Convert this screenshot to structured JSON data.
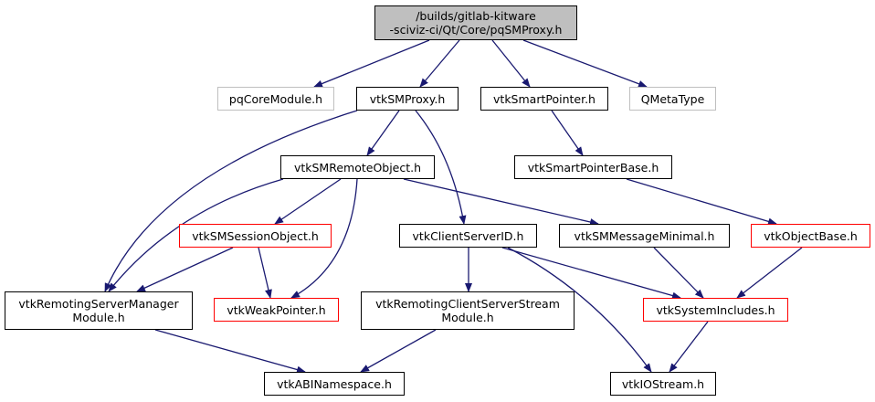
{
  "diagram": {
    "type": "include-dependency-graph",
    "colors": {
      "edge": "#191970",
      "root_fill": "#bfbfbf",
      "node_border": "#000000",
      "external_border": "#bfbfbf",
      "truncated_border": "#ff0000"
    },
    "nodes": [
      {
        "id": "root",
        "lines": [
          "/builds/gitlab-kitware",
          "-sciviz-ci/Qt/Core/pqSMProxy.h"
        ],
        "kind": "root"
      },
      {
        "id": "pqCoreModule",
        "lines": [
          "pqCoreModule.h"
        ],
        "kind": "external"
      },
      {
        "id": "vtkSMProxy",
        "lines": [
          "vtkSMProxy.h"
        ],
        "kind": "normal"
      },
      {
        "id": "vtkSmartPointer",
        "lines": [
          "vtkSmartPointer.h"
        ],
        "kind": "normal"
      },
      {
        "id": "QMetaType",
        "lines": [
          "QMetaType"
        ],
        "kind": "external"
      },
      {
        "id": "vtkSMRemoteObject",
        "lines": [
          "vtkSMRemoteObject.h"
        ],
        "kind": "normal"
      },
      {
        "id": "vtkSmartPointerBase",
        "lines": [
          "vtkSmartPointerBase.h"
        ],
        "kind": "normal"
      },
      {
        "id": "vtkSMSessionObject",
        "lines": [
          "vtkSMSessionObject.h"
        ],
        "kind": "truncated"
      },
      {
        "id": "vtkClientServerID",
        "lines": [
          "vtkClientServerID.h"
        ],
        "kind": "normal"
      },
      {
        "id": "vtkSMMessageMinimal",
        "lines": [
          "vtkSMMessageMinimal.h"
        ],
        "kind": "normal"
      },
      {
        "id": "vtkObjectBase",
        "lines": [
          "vtkObjectBase.h"
        ],
        "kind": "truncated"
      },
      {
        "id": "vtkRemotingServerManagerModule",
        "lines": [
          "vtkRemotingServerManager",
          "Module.h"
        ],
        "kind": "normal"
      },
      {
        "id": "vtkWeakPointer",
        "lines": [
          "vtkWeakPointer.h"
        ],
        "kind": "truncated"
      },
      {
        "id": "vtkRemotingClientServerStreamModule",
        "lines": [
          "vtkRemotingClientServerStream",
          "Module.h"
        ],
        "kind": "normal"
      },
      {
        "id": "vtkSystemIncludes",
        "lines": [
          "vtkSystemIncludes.h"
        ],
        "kind": "truncated"
      },
      {
        "id": "vtkABINamespace",
        "lines": [
          "vtkABINamespace.h"
        ],
        "kind": "normal"
      },
      {
        "id": "vtkIOStream",
        "lines": [
          "vtkIOStream.h"
        ],
        "kind": "normal"
      }
    ],
    "edges": [
      {
        "from": "root",
        "to": "pqCoreModule"
      },
      {
        "from": "root",
        "to": "vtkSMProxy"
      },
      {
        "from": "root",
        "to": "vtkSmartPointer"
      },
      {
        "from": "root",
        "to": "QMetaType"
      },
      {
        "from": "vtkSMProxy",
        "to": "vtkSMRemoteObject"
      },
      {
        "from": "vtkSMProxy",
        "to": "vtkClientServerID"
      },
      {
        "from": "vtkSMProxy",
        "to": "vtkRemotingServerManagerModule"
      },
      {
        "from": "vtkSmartPointer",
        "to": "vtkSmartPointerBase"
      },
      {
        "from": "vtkSmartPointerBase",
        "to": "vtkObjectBase"
      },
      {
        "from": "vtkSMRemoteObject",
        "to": "vtkSMSessionObject"
      },
      {
        "from": "vtkSMRemoteObject",
        "to": "vtkRemotingServerManagerModule"
      },
      {
        "from": "vtkSMRemoteObject",
        "to": "vtkWeakPointer"
      },
      {
        "from": "vtkSMRemoteObject",
        "to": "vtkSMMessageMinimal"
      },
      {
        "from": "vtkSMSessionObject",
        "to": "vtkRemotingServerManagerModule"
      },
      {
        "from": "vtkSMSessionObject",
        "to": "vtkWeakPointer"
      },
      {
        "from": "vtkClientServerID",
        "to": "vtkRemotingClientServerStreamModule"
      },
      {
        "from": "vtkClientServerID",
        "to": "vtkSystemIncludes"
      },
      {
        "from": "vtkClientServerID",
        "to": "vtkIOStream"
      },
      {
        "from": "vtkSMMessageMinimal",
        "to": "vtkSystemIncludes"
      },
      {
        "from": "vtkObjectBase",
        "to": "vtkSystemIncludes"
      },
      {
        "from": "vtkRemotingServerManagerModule",
        "to": "vtkABINamespace"
      },
      {
        "from": "vtkRemotingClientServerStreamModule",
        "to": "vtkABINamespace"
      },
      {
        "from": "vtkSystemIncludes",
        "to": "vtkIOStream"
      }
    ]
  }
}
